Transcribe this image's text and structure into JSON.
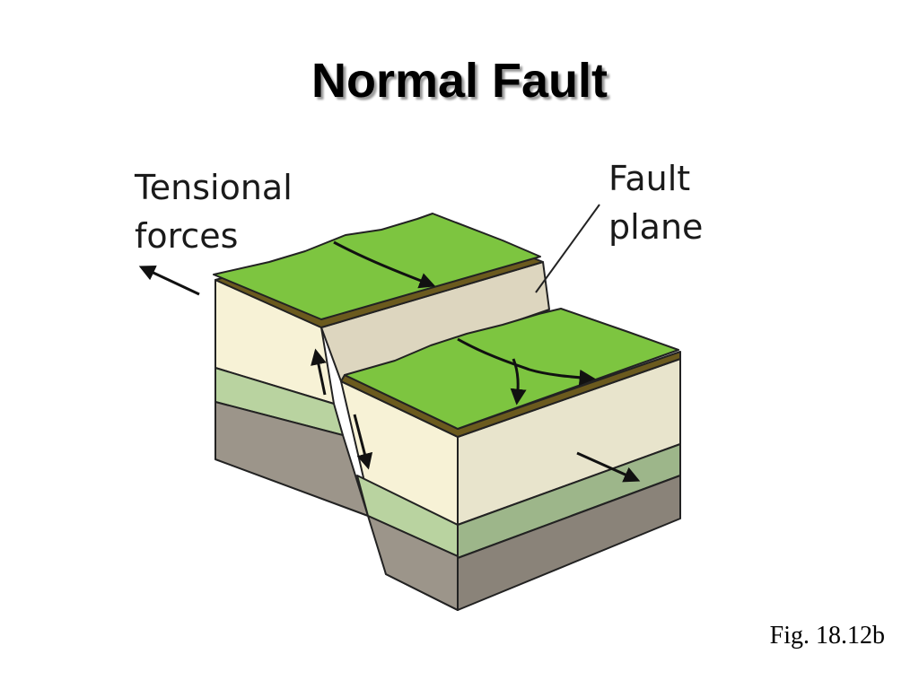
{
  "title": "Normal Fault",
  "labels": {
    "tensional_line1": "Tensional",
    "tensional_line2": "forces",
    "fault_line1": "Fault",
    "fault_line2": "plane"
  },
  "caption": "Fig. 18.12b",
  "colors": {
    "grass": "#7dc540",
    "soil": "#6b5a1e",
    "cream": "#f7f2d6",
    "green_band": "#b9d3a0",
    "gray_band": "#9c958a",
    "fault_plane": "#ddd6bf"
  }
}
